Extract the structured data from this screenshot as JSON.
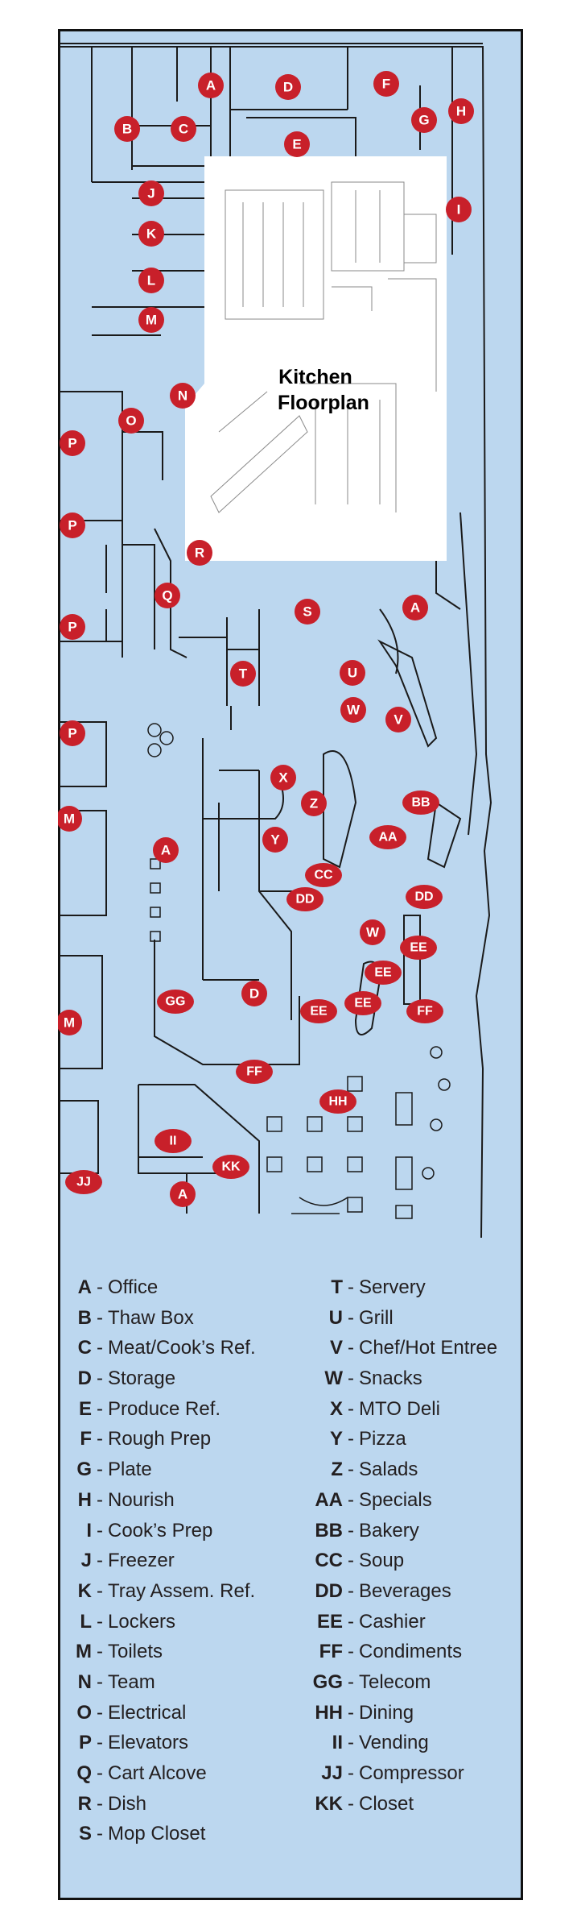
{
  "title": [
    "Kitchen",
    "Floorplan"
  ],
  "colors": {
    "background": "#bcd7ef",
    "marker": "#c8202a",
    "marker_text": "#ffffff",
    "lines": "#1a1a1a",
    "kitchen": "#ffffff"
  },
  "markers": {
    "a1": "A",
    "d1": "D",
    "f1": "F",
    "g1": "G",
    "h1": "H",
    "b1": "B",
    "c1": "C",
    "e1": "E",
    "i1": "I",
    "j1": "J",
    "k1": "K",
    "l1": "L",
    "m1": "M",
    "n1": "N",
    "o1": "O",
    "p1": "P",
    "p2": "P",
    "p3": "P",
    "r1": "R",
    "q1": "Q",
    "s1": "S",
    "a2": "A",
    "t1": "T",
    "u1": "U",
    "w1": "W",
    "v1": "V",
    "p4": "P",
    "x1": "X",
    "z1": "Z",
    "bb1": "BB",
    "m2": "M",
    "a3": "A",
    "y1": "Y",
    "aa1": "AA",
    "cc1": "CC",
    "dd1": "DD",
    "dd2": "DD",
    "w2": "W",
    "ee1": "EE",
    "ee2": "EE",
    "d2": "D",
    "gg1": "GG",
    "m3": "M",
    "ee3": "EE",
    "ee4": "EE",
    "ff1": "FF",
    "ff2": "FF",
    "hh1": "HH",
    "ii1": "II",
    "kk1": "KK",
    "jj1": "JJ",
    "a4": "A"
  },
  "legend": {
    "left": [
      {
        "code": "A",
        "label": "Office"
      },
      {
        "code": "B",
        "label": "Thaw Box"
      },
      {
        "code": "C",
        "label": "Meat/Cook’s Ref."
      },
      {
        "code": "D",
        "label": "Storage"
      },
      {
        "code": "E",
        "label": "Produce Ref."
      },
      {
        "code": "F",
        "label": "Rough Prep"
      },
      {
        "code": "G",
        "label": "Plate"
      },
      {
        "code": "H",
        "label": "Nourish"
      },
      {
        "code": "I",
        "label": "Cook’s Prep"
      },
      {
        "code": "J",
        "label": "Freezer"
      },
      {
        "code": "K",
        "label": "Tray Assem. Ref."
      },
      {
        "code": "L",
        "label": "Lockers"
      },
      {
        "code": "M",
        "label": "Toilets"
      },
      {
        "code": "N",
        "label": "Team"
      },
      {
        "code": "O",
        "label": "Electrical"
      },
      {
        "code": "P",
        "label": "Elevators"
      },
      {
        "code": "Q",
        "label": "Cart Alcove"
      },
      {
        "code": "R",
        "label": "Dish"
      },
      {
        "code": "S",
        "label": "Mop Closet"
      }
    ],
    "right": [
      {
        "code": "T",
        "label": "Servery"
      },
      {
        "code": "U",
        "label": "Grill"
      },
      {
        "code": "V",
        "label": "Chef/Hot Entree"
      },
      {
        "code": "W",
        "label": "Snacks"
      },
      {
        "code": "X",
        "label": "MTO Deli"
      },
      {
        "code": "Y",
        "label": "Pizza"
      },
      {
        "code": "Z",
        "label": "Salads"
      },
      {
        "code": "AA",
        "label": "Specials"
      },
      {
        "code": "BB",
        "label": "Bakery"
      },
      {
        "code": "CC",
        "label": "Soup"
      },
      {
        "code": "DD",
        "label": "Beverages"
      },
      {
        "code": "EE",
        "label": "Cashier"
      },
      {
        "code": "FF",
        "label": "Condiments"
      },
      {
        "code": "GG",
        "label": "Telecom"
      },
      {
        "code": "HH",
        "label": "Dining"
      },
      {
        "code": "II",
        "label": "Vending"
      },
      {
        "code": "JJ",
        "label": "Compressor"
      },
      {
        "code": "KK",
        "label": "Closet"
      }
    ]
  }
}
